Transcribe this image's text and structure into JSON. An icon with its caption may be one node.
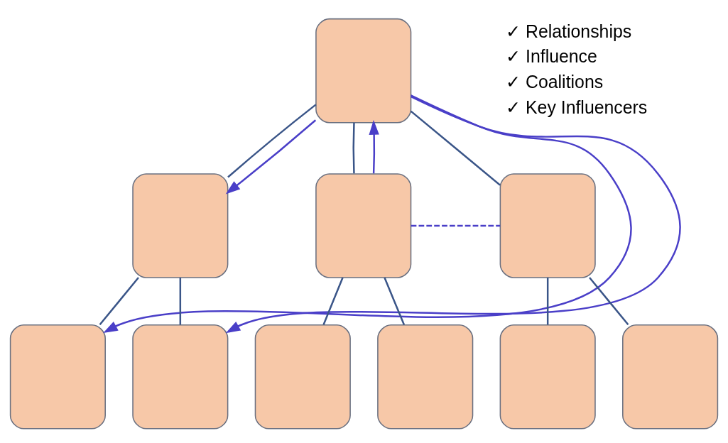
{
  "diagram": {
    "nodes": [
      {
        "text": [],
        "shape": "box"
      },
      {
        "text": [],
        "shape": "box"
      },
      {
        "text": [],
        "shape": "box"
      },
      {
        "text": [],
        "shape": "box"
      },
      {
        "text": [],
        "shape": "box"
      },
      {
        "text": [],
        "shape": "box"
      },
      {
        "text": [],
        "shape": "box"
      },
      {
        "text": [],
        "shape": "box"
      },
      {
        "text": [],
        "shape": "box"
      },
      {
        "text": [],
        "shape": "box"
      }
    ],
    "edges": [
      {
        "from": 0,
        "to": 1,
        "arrow": "none"
      },
      {
        "from": 0,
        "to": 2,
        "arrow": "none"
      },
      {
        "from": 0,
        "to": 3,
        "arrow": "none"
      },
      {
        "from": 1,
        "to": 4,
        "arrow": "none"
      },
      {
        "from": 1,
        "to": 5,
        "arrow": "none"
      },
      {
        "from": 2,
        "to": 6,
        "arrow": "none"
      },
      {
        "from": 2,
        "to": 7,
        "arrow": "none"
      },
      {
        "from": 3,
        "to": 8,
        "arrow": "none"
      },
      {
        "from": 3,
        "to": 9,
        "arrow": "none"
      },
      {
        "from": 0,
        "to": 1,
        "arrow": "to",
        "color": "#4a3fc8"
      },
      {
        "from": 0,
        "to": 4,
        "arrow": "to",
        "color": "#4a3fc8"
      },
      {
        "from": 0,
        "to": 5,
        "arrow": "to",
        "color": "#4a3fc8"
      },
      {
        "from": 2,
        "to": 0,
        "arrow": "to",
        "color": "#4a3fc8"
      },
      {
        "from": 2,
        "to": 3,
        "arrow": "none",
        "style": "dashed",
        "color": "#4a3fc8"
      }
    ],
    "labels": [
      "✓ Relationships",
      "✓ Influence",
      "✓ Coalitions",
      "✓ Key Influencers"
    ]
  }
}
